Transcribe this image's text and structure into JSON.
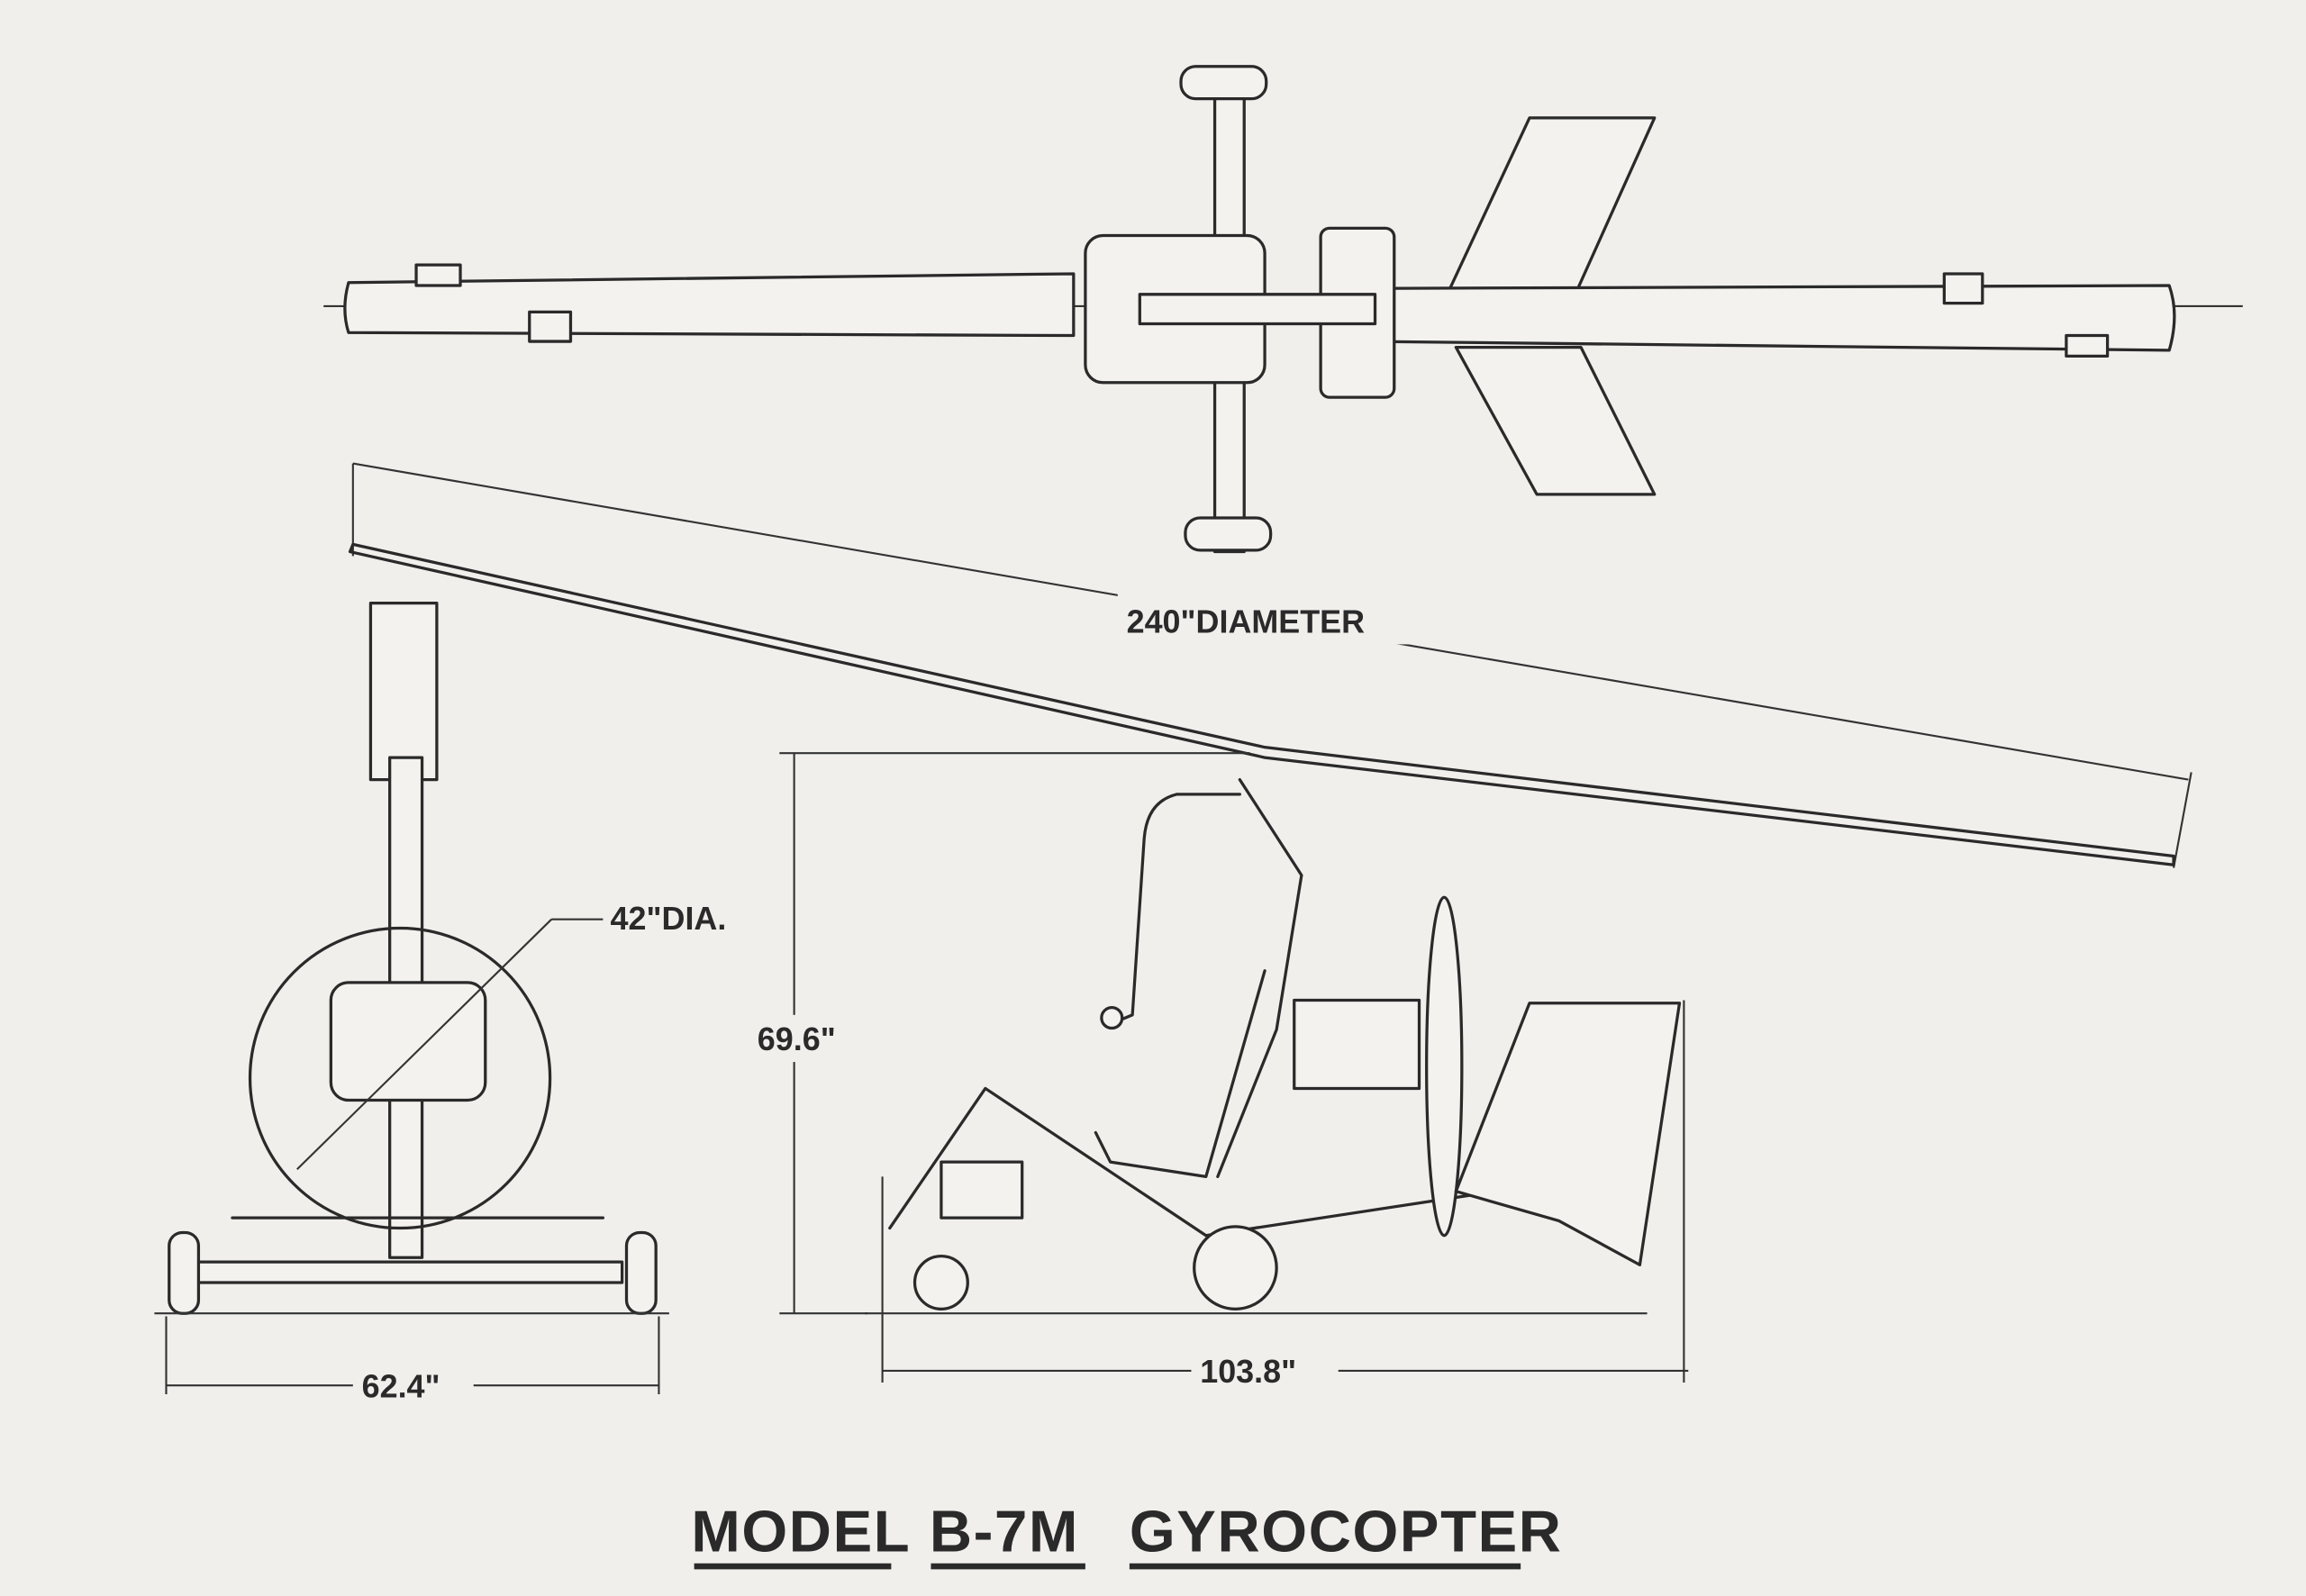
{
  "title": {
    "word1": "MODEL",
    "word2": "B-7M",
    "word3": "GYROCOPTER"
  },
  "dimensions": {
    "rotor_diameter": "240\"DIAMETER",
    "prop_diameter": "42\"DIA.",
    "height": "69.6\"",
    "track_width": "62.4\"",
    "length": "103.8\""
  }
}
